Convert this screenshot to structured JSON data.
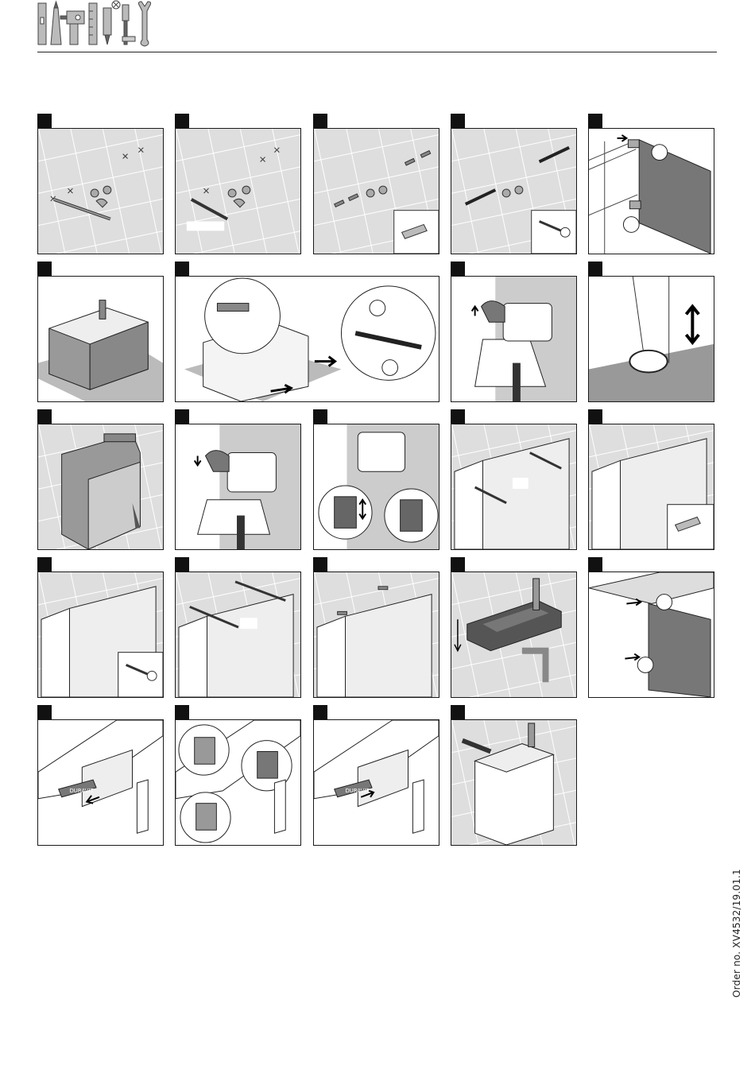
{
  "document": {
    "order_number": "Order no. XV4532/19.01.1",
    "brand_label": "DURAVIT",
    "tools": [
      "spirit-level-icon",
      "pencil-icon",
      "drill-icon",
      "measuring-tape-icon",
      "sealant-gun-icon",
      "screwdriver-icon",
      "wrench-icon"
    ],
    "steps": [
      {
        "n": "",
        "scene": "wall-marking"
      },
      {
        "n": "",
        "scene": "wall-drilling"
      },
      {
        "n": "",
        "scene": "wall-plugs"
      },
      {
        "n": "",
        "scene": "wall-bolts"
      },
      {
        "n": "",
        "scene": "door-removal"
      },
      {
        "n": "",
        "scene": "drawer-box"
      },
      {
        "n": "",
        "scene": "bracket-mounting"
      },
      {
        "n": "",
        "scene": "hanger-adjust-up"
      },
      {
        "n": "",
        "scene": "hanger-screw-turn"
      },
      {
        "n": "",
        "scene": "cabinet-hang"
      },
      {
        "n": "",
        "scene": "hanger-adjust-down"
      },
      {
        "n": "",
        "scene": "hanger-depth-height"
      },
      {
        "n": "",
        "scene": "cabinet-mark-drill"
      },
      {
        "n": "",
        "scene": "cabinet-plug"
      },
      {
        "n": "",
        "scene": "cabinet-screw"
      },
      {
        "n": "",
        "scene": "basin-drill"
      },
      {
        "n": "",
        "scene": "basin-plugs"
      },
      {
        "n": "",
        "scene": "basin-siphon"
      },
      {
        "n": "",
        "scene": "door-refit"
      },
      {
        "n": "",
        "scene": "hinge-cover-remove"
      },
      {
        "n": "",
        "scene": "hinge-adjust"
      },
      {
        "n": "",
        "scene": "hinge-cover-refit"
      },
      {
        "n": "",
        "scene": "silicone-seal"
      }
    ]
  }
}
